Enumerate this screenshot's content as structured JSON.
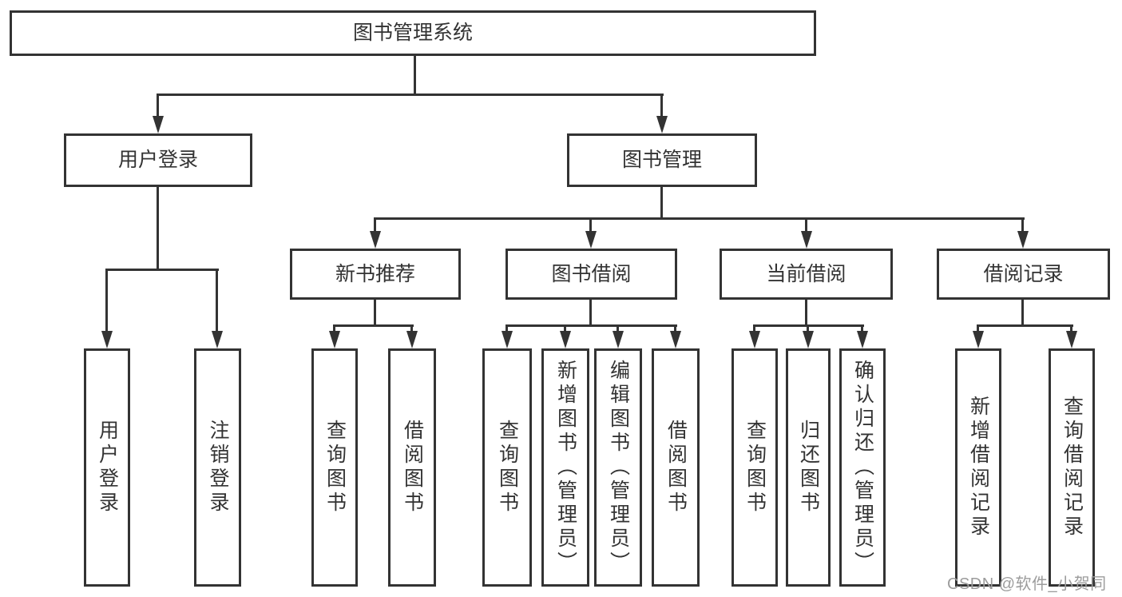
{
  "diagram_title": "图书管理系统",
  "tree": {
    "root": {
      "label": "图书管理系统"
    },
    "branches": [
      {
        "label": "用户登录",
        "children": [
          {
            "label": "用户登录"
          },
          {
            "label": "注销登录"
          }
        ]
      },
      {
        "label": "图书管理",
        "children": [
          {
            "label": "新书推荐",
            "children": [
              {
                "label": "查询图书"
              },
              {
                "label": "借阅图书"
              }
            ]
          },
          {
            "label": "图书借阅",
            "children": [
              {
                "label": "查询图书"
              },
              {
                "label": "新增图书（管理员）"
              },
              {
                "label": "编辑图书（管理员）"
              },
              {
                "label": "借阅图书"
              }
            ]
          },
          {
            "label": "当前借阅",
            "children": [
              {
                "label": "查询图书"
              },
              {
                "label": "归还图书"
              },
              {
                "label": "确认归还（管理员）"
              }
            ]
          },
          {
            "label": "借阅记录",
            "children": [
              {
                "label": "新增借阅记录"
              },
              {
                "label": "查询借阅记录"
              }
            ]
          }
        ]
      }
    ]
  },
  "watermark": {
    "text": "CSDN @软件_小贺同学"
  },
  "colors": {
    "background": "#ffffff",
    "line": "#333333",
    "text": "#333333",
    "box_fill": "#ffffff",
    "watermark": "#9c9c9c"
  }
}
